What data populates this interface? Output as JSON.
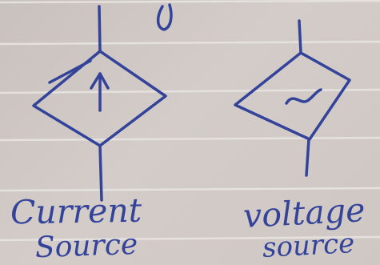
{
  "colors": {
    "paper": "#d0c9c5",
    "rule_line": "#e6e2df",
    "ink": "#33439a"
  },
  "sources": [
    {
      "label_line1": "Current",
      "label_line2": "Source",
      "symbol": "arrow-up-icon"
    },
    {
      "label_line1": "voltage",
      "label_line2": "source",
      "symbol": "tilde-ac-icon"
    }
  ]
}
